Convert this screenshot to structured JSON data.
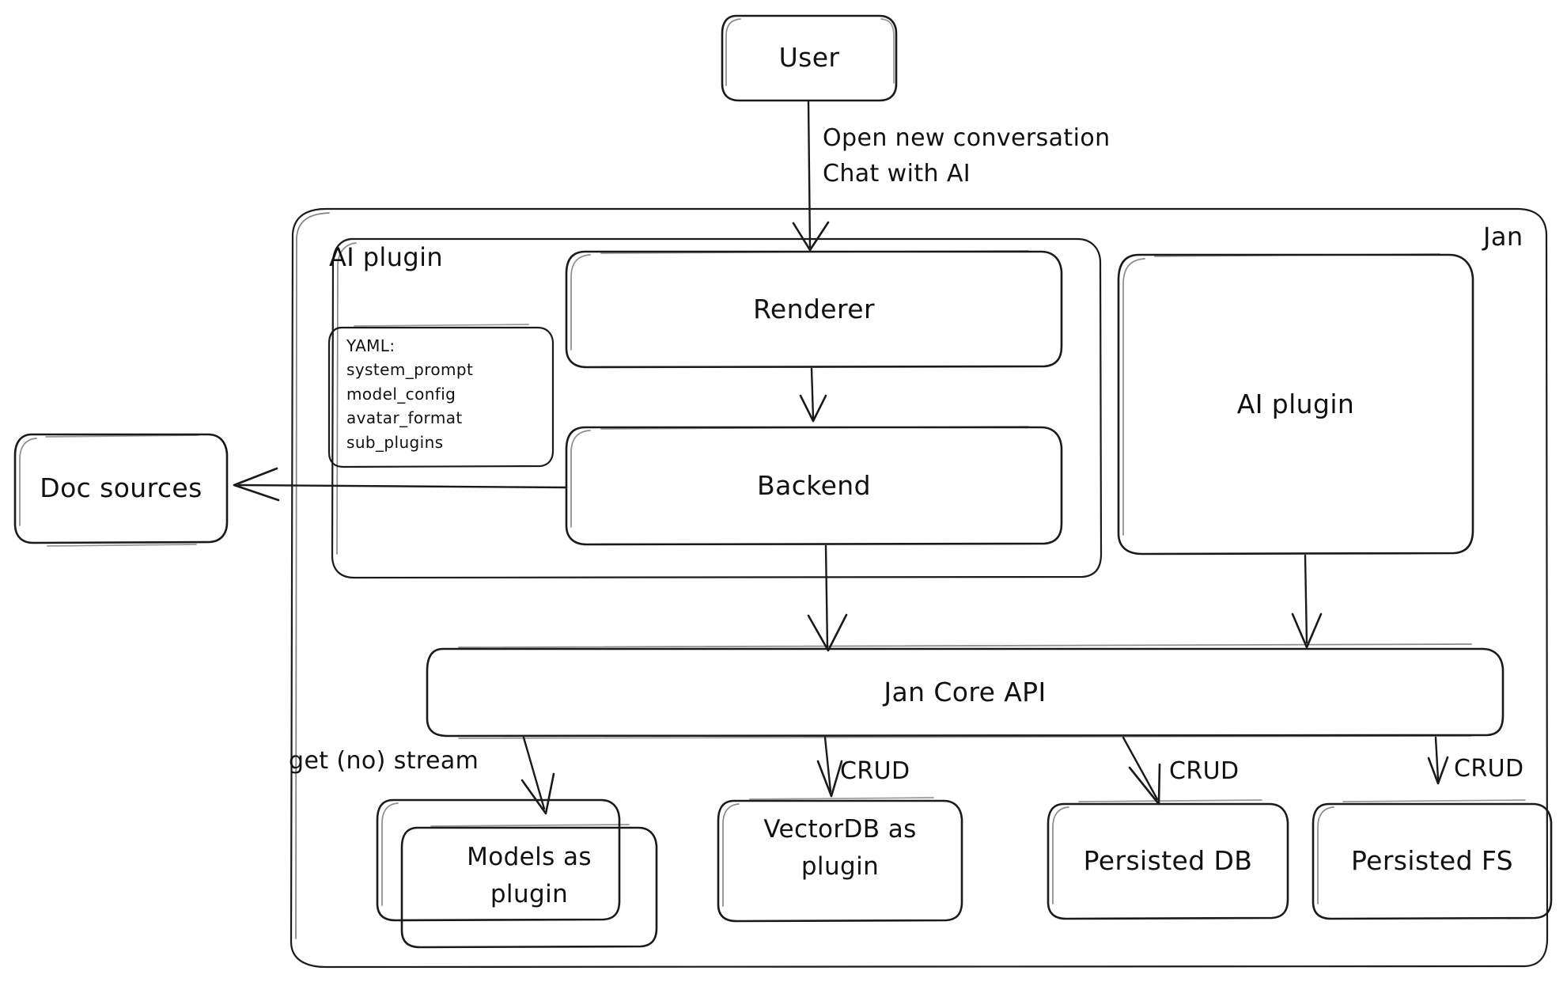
{
  "diagram": {
    "title": "Jan architecture diagram",
    "style": "hand-drawn whiteboard sketch",
    "background_color": "#ffffff",
    "stroke_color": "#1a1a1a"
  },
  "containers": {
    "jan": {
      "label": "Jan"
    },
    "ai_plugin_group": {
      "label": "AI plugin"
    }
  },
  "nodes": {
    "user": {
      "label": "User"
    },
    "renderer": {
      "label": "Renderer"
    },
    "backend": {
      "label": "Backend"
    },
    "ai_plugin": {
      "label": "AI plugin"
    },
    "doc_sources": {
      "label": "Doc sources"
    },
    "jan_core_api": {
      "label": "Jan Core API"
    },
    "models": {
      "label_line1": "Models as",
      "label_line2": "plugin"
    },
    "vectordb": {
      "label_line1": "VectorDB as",
      "label_line2": "plugin"
    },
    "persisted_db": {
      "label": "Persisted DB"
    },
    "persisted_fs": {
      "label": "Persisted FS"
    }
  },
  "yaml_note": {
    "title": "YAML:",
    "keys": [
      "system_prompt",
      "model_config",
      "avatar_format",
      "sub_plugins"
    ]
  },
  "edges": {
    "user_to_renderer": {
      "line1": "Open new conversation",
      "line2": "Chat with AI"
    },
    "api_to_models": {
      "label": "get (no) stream"
    },
    "api_to_vectordb": {
      "label": "CRUD"
    },
    "api_to_persisted_db": {
      "label": "CRUD"
    },
    "api_to_persisted_fs": {
      "label": "CRUD"
    },
    "renderer_to_backend": {
      "label": ""
    },
    "backend_to_doc_sources": {
      "label": ""
    },
    "backend_to_api": {
      "label": ""
    },
    "ai_plugin_to_api": {
      "label": ""
    }
  }
}
